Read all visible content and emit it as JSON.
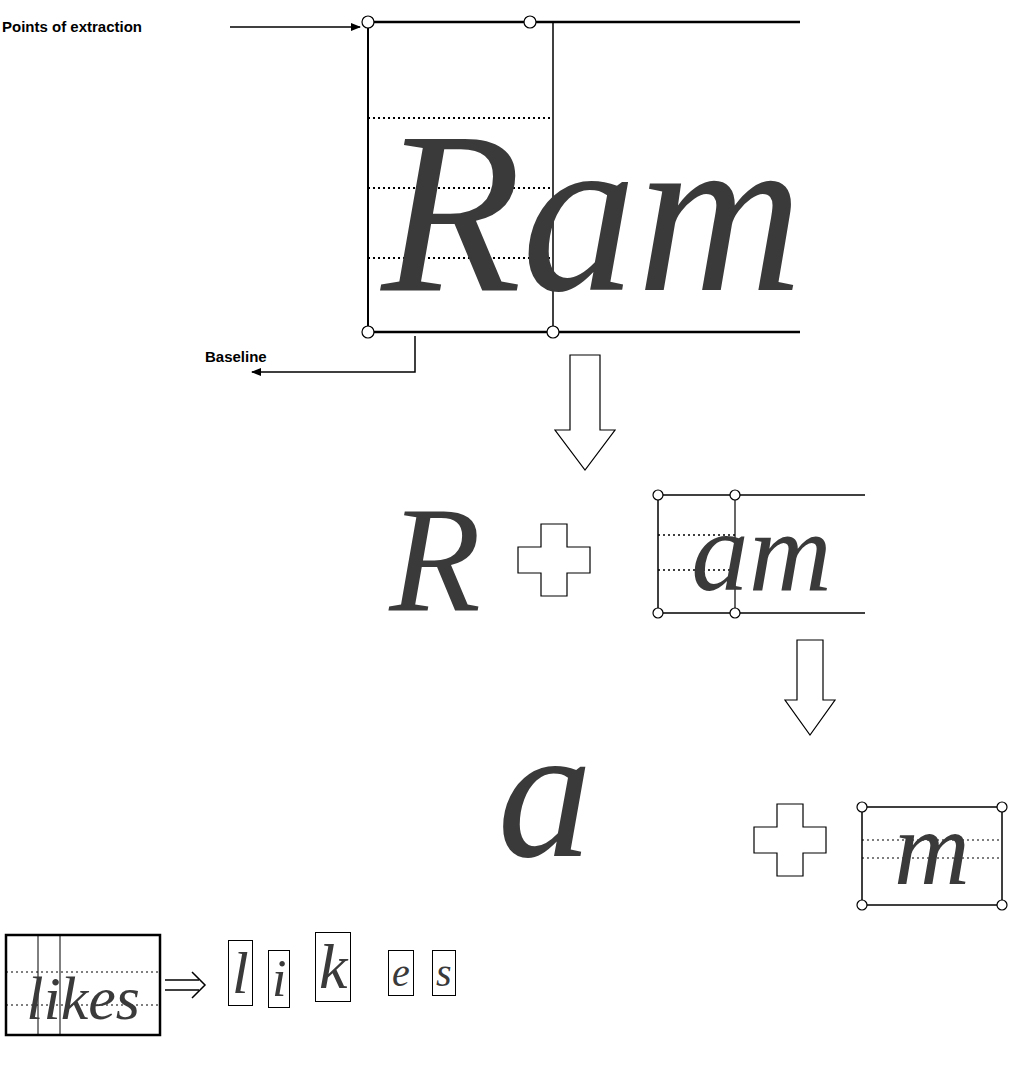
{
  "diagram": {
    "labels": [
      "Points of extraction",
      "Ram",
      "Baseline",
      "R",
      "am",
      "a",
      "m",
      "likes",
      "l",
      "i",
      "k",
      "e",
      "s"
    ]
  }
}
